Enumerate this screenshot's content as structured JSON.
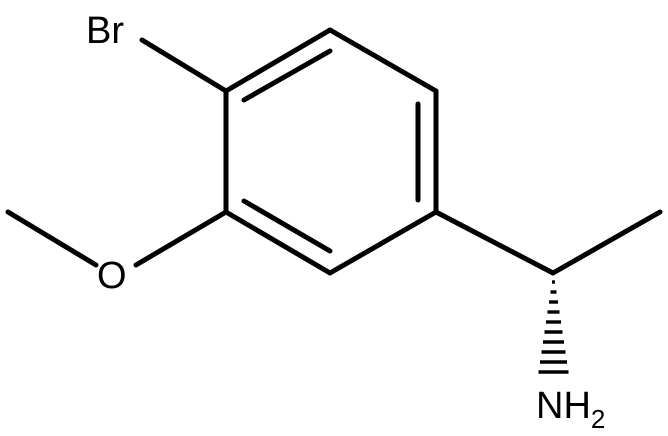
{
  "molecule": {
    "atoms": {
      "bromine": "Br",
      "oxygen": "O",
      "amine": "NH",
      "amine_subscript": "2"
    }
  }
}
